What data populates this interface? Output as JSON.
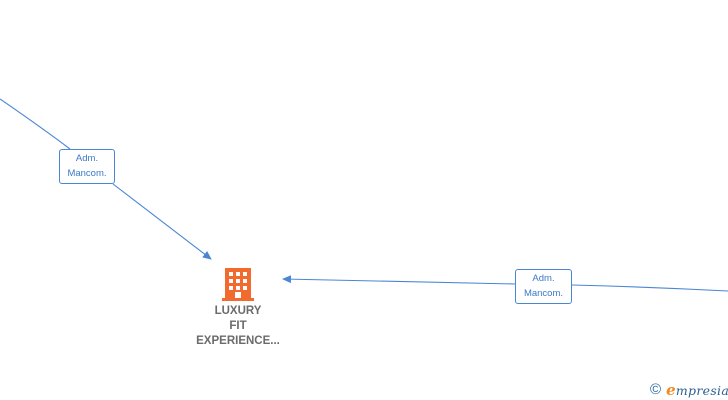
{
  "diagram": {
    "edges": [
      {
        "label_line1": "Adm.",
        "label_line2": "Mancom."
      },
      {
        "label_line1": "Adm.",
        "label_line2": "Mancom."
      }
    ],
    "nodes": [
      {
        "type": "company",
        "icon": "building-icon",
        "name_lines": [
          "LUXURY",
          "FIT",
          "EXPERIENCE..."
        ]
      }
    ]
  },
  "watermark": {
    "symbol": "©",
    "brand_initial": "e",
    "brand_rest": "mpresia"
  },
  "colors": {
    "edge": "#4a86d4",
    "edge_label_text": "#3b78c8",
    "company_icon": "#f26a2e",
    "company_text": "#6b6b6b",
    "brand_accent": "#f08a1c"
  }
}
